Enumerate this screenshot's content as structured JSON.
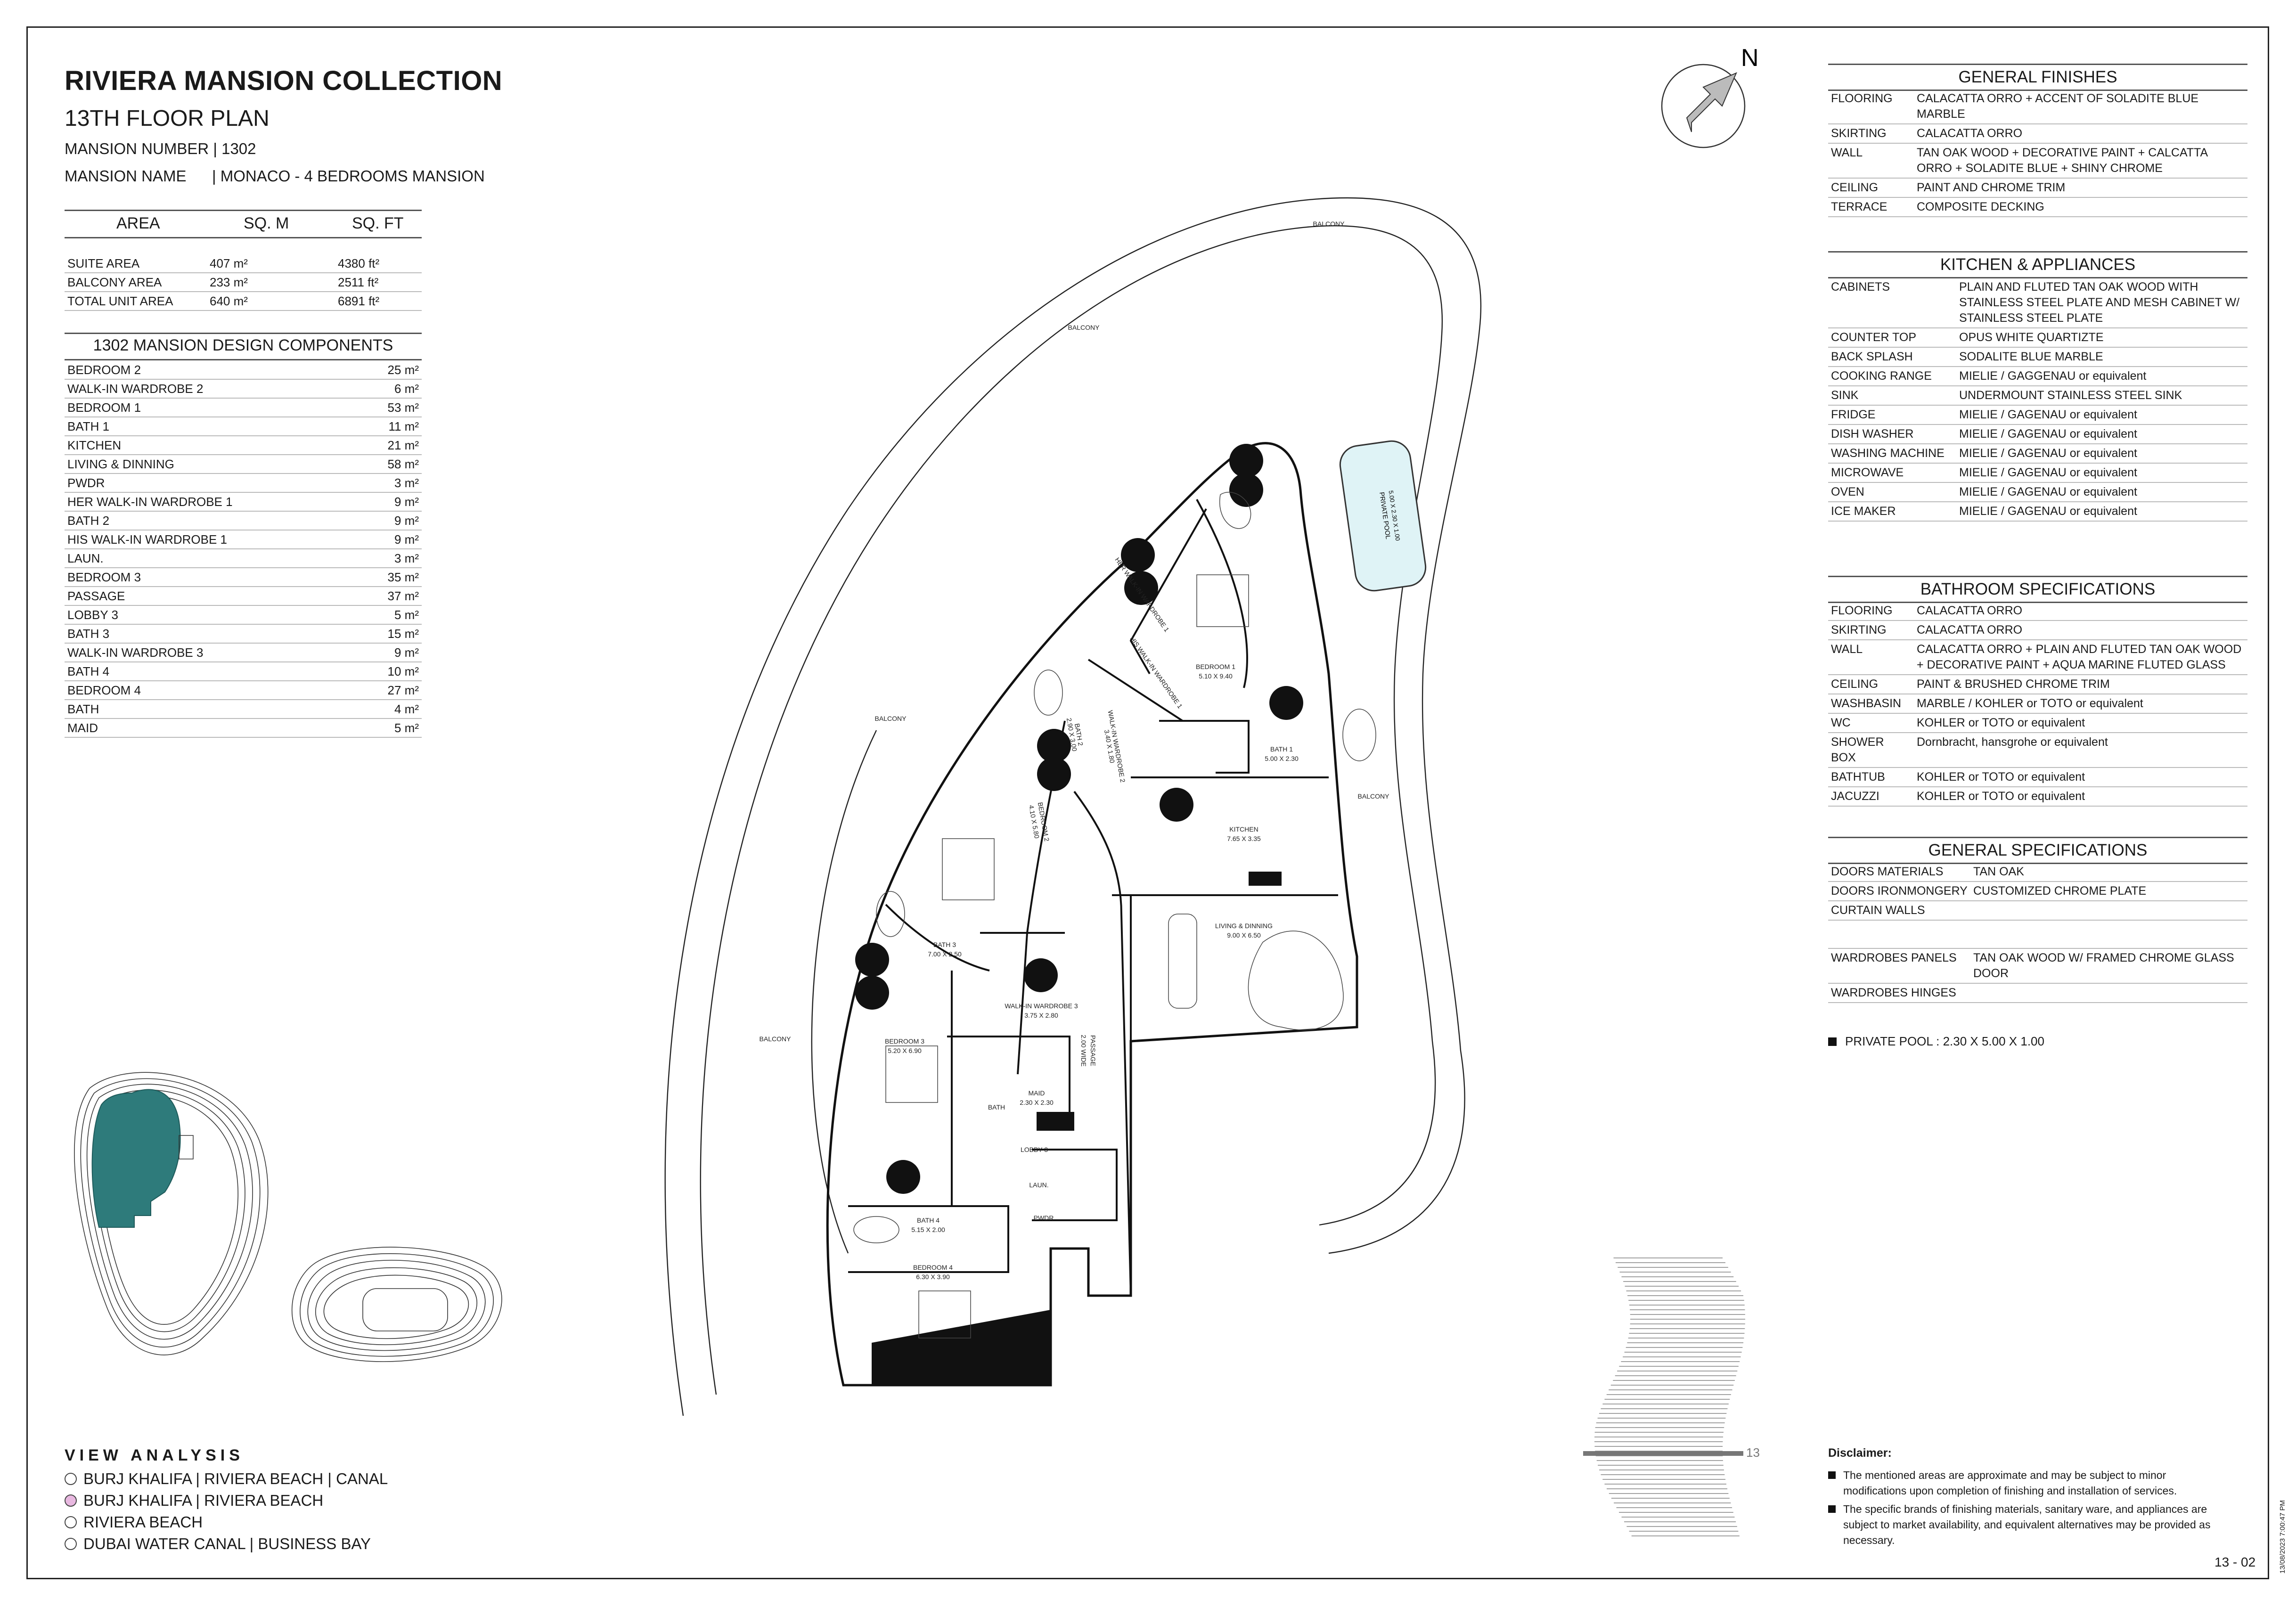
{
  "header": {
    "title": "RIVIERA MANSION COLLECTION",
    "subtitle": "13TH FLOOR PLAN",
    "mansion_number": "MANSION NUMBER | 1302",
    "mansion_name_label": "MANSION NAME",
    "mansion_name_value": "| MONACO - 4 BEDROOMS MANSION"
  },
  "area_table": {
    "headers": [
      "AREA",
      "SQ. M",
      "SQ. FT"
    ],
    "rows": [
      [
        "SUITE AREA",
        "407 m²",
        "4380 ft²"
      ],
      [
        "BALCONY AREA",
        "233 m²",
        "2511 ft²"
      ],
      [
        "TOTAL UNIT AREA",
        "640 m²",
        "6891 ft²"
      ]
    ]
  },
  "components": {
    "title": "1302 MANSION DESIGN COMPONENTS",
    "rows": [
      [
        "BEDROOM 2",
        "25 m²"
      ],
      [
        "WALK-IN WARDROBE 2",
        "6 m²"
      ],
      [
        "BEDROOM 1",
        "53 m²"
      ],
      [
        "BATH 1",
        "11 m²"
      ],
      [
        "KITCHEN",
        "21 m²"
      ],
      [
        "LIVING & DINNING",
        "58 m²"
      ],
      [
        "PWDR",
        "3 m²"
      ],
      [
        "HER WALK-IN WARDROBE 1",
        "9 m²"
      ],
      [
        "BATH 2",
        "9 m²"
      ],
      [
        "HIS WALK-IN WARDROBE 1",
        "9 m²"
      ],
      [
        "LAUN.",
        "3 m²"
      ],
      [
        "BEDROOM 3",
        "35 m²"
      ],
      [
        "PASSAGE",
        "37 m²"
      ],
      [
        "LOBBY 3",
        "5 m²"
      ],
      [
        "BATH 3",
        "15 m²"
      ],
      [
        "WALK-IN WARDROBE 3",
        "9 m²"
      ],
      [
        "BATH 4",
        "10 m²"
      ],
      [
        "BEDROOM 4",
        "27 m²"
      ],
      [
        "BATH",
        "4 m²"
      ],
      [
        "MAID",
        "5 m²"
      ]
    ]
  },
  "view_analysis": {
    "title": "VIEW ANALYSIS",
    "items": [
      {
        "label": "BURJ KHALIFA | RIVIERA BEACH | CANAL",
        "fill": "#ffffff"
      },
      {
        "label": "BURJ KHALIFA | RIVIERA BEACH",
        "fill": "#e8b8e0"
      },
      {
        "label": "RIVIERA BEACH",
        "fill": "#ffffff"
      },
      {
        "label": "DUBAI WATER CANAL | BUSINESS BAY",
        "fill": "#ffffff"
      }
    ]
  },
  "compass": {
    "label": "N"
  },
  "general_finishes": {
    "title": "GENERAL FINISHES",
    "rows": [
      [
        "FLOORING",
        "CALACATTA ORRO + ACCENT OF SOLADITE BLUE MARBLE"
      ],
      [
        "SKIRTING",
        "CALACATTA ORRO"
      ],
      [
        "WALL",
        "TAN OAK WOOD + DECORATIVE PAINT + CALCATTA ORRO + SOLADITE BLUE + SHINY CHROME"
      ],
      [
        "CEILING",
        "PAINT AND CHROME TRIM"
      ],
      [
        "TERRACE",
        "COMPOSITE DECKING"
      ]
    ]
  },
  "kitchen": {
    "title": "KITCHEN & APPLIANCES",
    "rows": [
      [
        "CABINETS",
        "PLAIN AND FLUTED TAN OAK WOOD WITH STAINLESS STEEL PLATE AND MESH CABINET W/ STAINLESS STEEL PLATE"
      ],
      [
        "COUNTER TOP",
        "OPUS WHITE QUARTIZTE"
      ],
      [
        "BACK SPLASH",
        "SODALITE BLUE MARBLE"
      ],
      [
        "COOKING RANGE",
        "MIELIE / GAGGENAU or equivalent"
      ],
      [
        "SINK",
        "UNDERMOUNT STAINLESS STEEL SINK"
      ],
      [
        "FRIDGE",
        "MIELIE / GAGENAU or equivalent"
      ],
      [
        "DISH WASHER",
        "MIELIE / GAGENAU or equivalent"
      ],
      [
        "WASHING MACHINE",
        "MIELIE / GAGENAU or equivalent"
      ],
      [
        "MICROWAVE",
        "MIELIE / GAGENAU or equivalent"
      ],
      [
        "OVEN",
        "MIELIE / GAGENAU or equivalent"
      ],
      [
        "ICE MAKER",
        "MIELIE / GAGENAU or equivalent"
      ]
    ]
  },
  "bathroom": {
    "title": "BATHROOM SPECIFICATIONS",
    "rows": [
      [
        "FLOORING",
        "CALACATTA ORRO"
      ],
      [
        "SKIRTING",
        "CALACATTA ORRO"
      ],
      [
        "WALL",
        "CALACATTA ORRO + PLAIN AND FLUTED TAN OAK WOOD + DECORATIVE PAINT + AQUA MARINE FLUTED GLASS"
      ],
      [
        "CEILING",
        "PAINT & BRUSHED CHROME TRIM"
      ],
      [
        "WASHBASIN",
        "MARBLE / KOHLER or TOTO or equivalent"
      ],
      [
        "WC",
        "KOHLER or TOTO or equivalent"
      ],
      [
        "SHOWER BOX",
        "Dornbracht, hansgrohe or equivalent"
      ],
      [
        "BATHTUB",
        "KOHLER or TOTO or equivalent"
      ],
      [
        "JACUZZI",
        "KOHLER or TOTO or equivalent"
      ]
    ]
  },
  "general_specs": {
    "title": "GENERAL SPECIFICATIONS",
    "rows": [
      [
        "DOORS MATERIALS",
        "TAN OAK"
      ],
      [
        "DOORS IRONMONGERY",
        "CUSTOMIZED CHROME PLATE"
      ],
      [
        "CURTAIN WALLS",
        ""
      ],
      [
        "",
        ""
      ],
      [
        "WARDROBES PANELS",
        "TAN OAK WOOD W/ FRAMED CHROME GLASS DOOR"
      ],
      [
        "WARDROBES HINGES",
        ""
      ]
    ]
  },
  "private_pool": "PRIVATE POOL :  2.30 X 5.00 X 1.00",
  "disclaimer": {
    "title": "Disclaimer:",
    "items": [
      "The mentioned areas are approximate and may be subject to minor modifications  upon completion of finishing and installation of services.",
      "The specific brands of finishing materials, sanitary ware, and appliances are subject to market availability, and equivalent alternatives may be provided as necessary."
    ]
  },
  "page_number": "13 - 02",
  "timestamp": "13/08/2023 7:00:47 PM",
  "floor_marker": "13",
  "plan_labels": {
    "balcony": "BALCONY",
    "pool": "PRIVATE POOL",
    "pool_dims": "5.00 X 2.30 X 1.00",
    "bedroom1": "BEDROOM 1",
    "bedroom1_dims": "5.10 X 9.40",
    "bedroom2": "BEDROOM 2",
    "bedroom2_dims": "4.10 X 5.80",
    "bedroom3": "BEDROOM 3",
    "bedroom3_dims": "5.20 X 6.90",
    "bedroom4": "BEDROOM 4",
    "bedroom4_dims": "6.30 X 3.90",
    "bath1": "BATH 1",
    "bath1_dims": "5.00 X 2.30",
    "bath2": "BATH 2",
    "bath2_dims": "2.90 X 3.00",
    "bath3": "BATH 3",
    "bath3_dims": "7.00 X 2.50",
    "bath4": "BATH 4",
    "bath4_dims": "5.15 X 2.00",
    "kitchen": "KITCHEN",
    "kitchen_dims": "7.65 X 3.35",
    "living": "LIVING & DINNING",
    "living_dims": "9.00 X 6.50",
    "wiw3": "WALK-IN WARDROBE 3",
    "wiw3_dims": "3.75 X 2.80",
    "wiw2": "WALK-IN WARDROBE 2",
    "wiw2_dims": "3.40 X 1.80",
    "her_wiw": "HER WALK-IN WARDROBE 1",
    "his_wiw": "HIS WALK-IN WARDROBE 1",
    "maid": "MAID",
    "maid_dims": "2.30 X 2.30",
    "bath": "BATH",
    "lobby3": "LOBBY 3",
    "laun": "LAUN.",
    "pwdr": "PWDR",
    "passage": "PASSAGE",
    "passage_dims": "2.00 WIDE"
  }
}
